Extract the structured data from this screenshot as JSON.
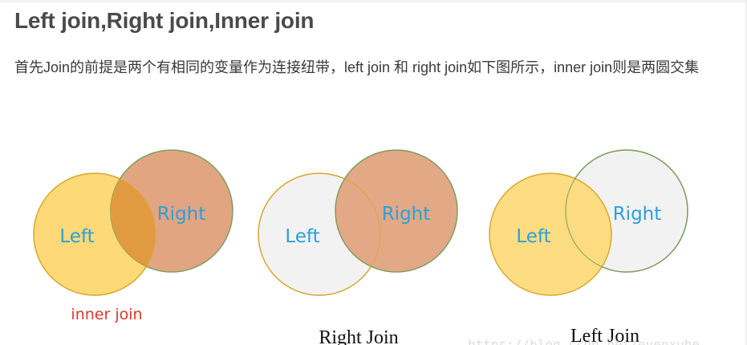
{
  "article": {
    "title": "Left join,Right join,Inner join",
    "paragraph": "首先Join的前提是两个有相同的变量作为连接纽带，left join 和 right join如下图所示，inner join则是两圆交集"
  },
  "figure": {
    "venns": [
      {
        "left_label": "Left",
        "right_label": "Right",
        "caption": "inner join",
        "highlight": "intersection"
      },
      {
        "left_label": "Left",
        "right_label": "Right",
        "caption": "Right Join",
        "highlight": "right"
      },
      {
        "left_label": "Left",
        "right_label": "Right",
        "caption": "Left Join",
        "highlight": "left"
      }
    ],
    "watermark": "https://blog.csdn.net/evenxuhe"
  },
  "colors": {
    "yellow_fill": "#fdd977",
    "yellow_stroke": "#d8a92e",
    "orange_fill": "#e2a581",
    "green_stroke": "#7d9e5e",
    "empty_fill": "#f2f2f2",
    "intersection_fill": "#e29a40",
    "label_blue": "#2aa0dc",
    "caption_red": "#e0362a"
  }
}
